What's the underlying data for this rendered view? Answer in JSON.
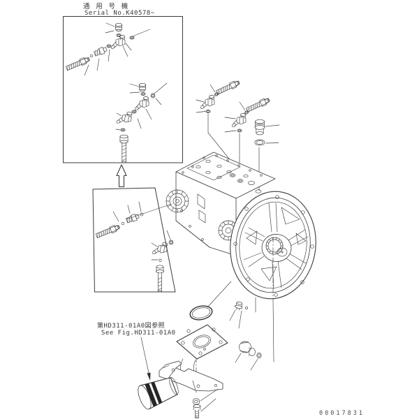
{
  "document": {
    "header": {
      "model_label": "通 用 号 機",
      "serial_label": "Serial No.K40578~"
    },
    "reference": {
      "line1": "第HD311-01A0図参照",
      "line2": "See Fig.HD311-01A0"
    },
    "drawing_number": "00017831",
    "colors": {
      "line": "#3b3b3b",
      "text": "#383838",
      "background": "#ffffff"
    }
  }
}
